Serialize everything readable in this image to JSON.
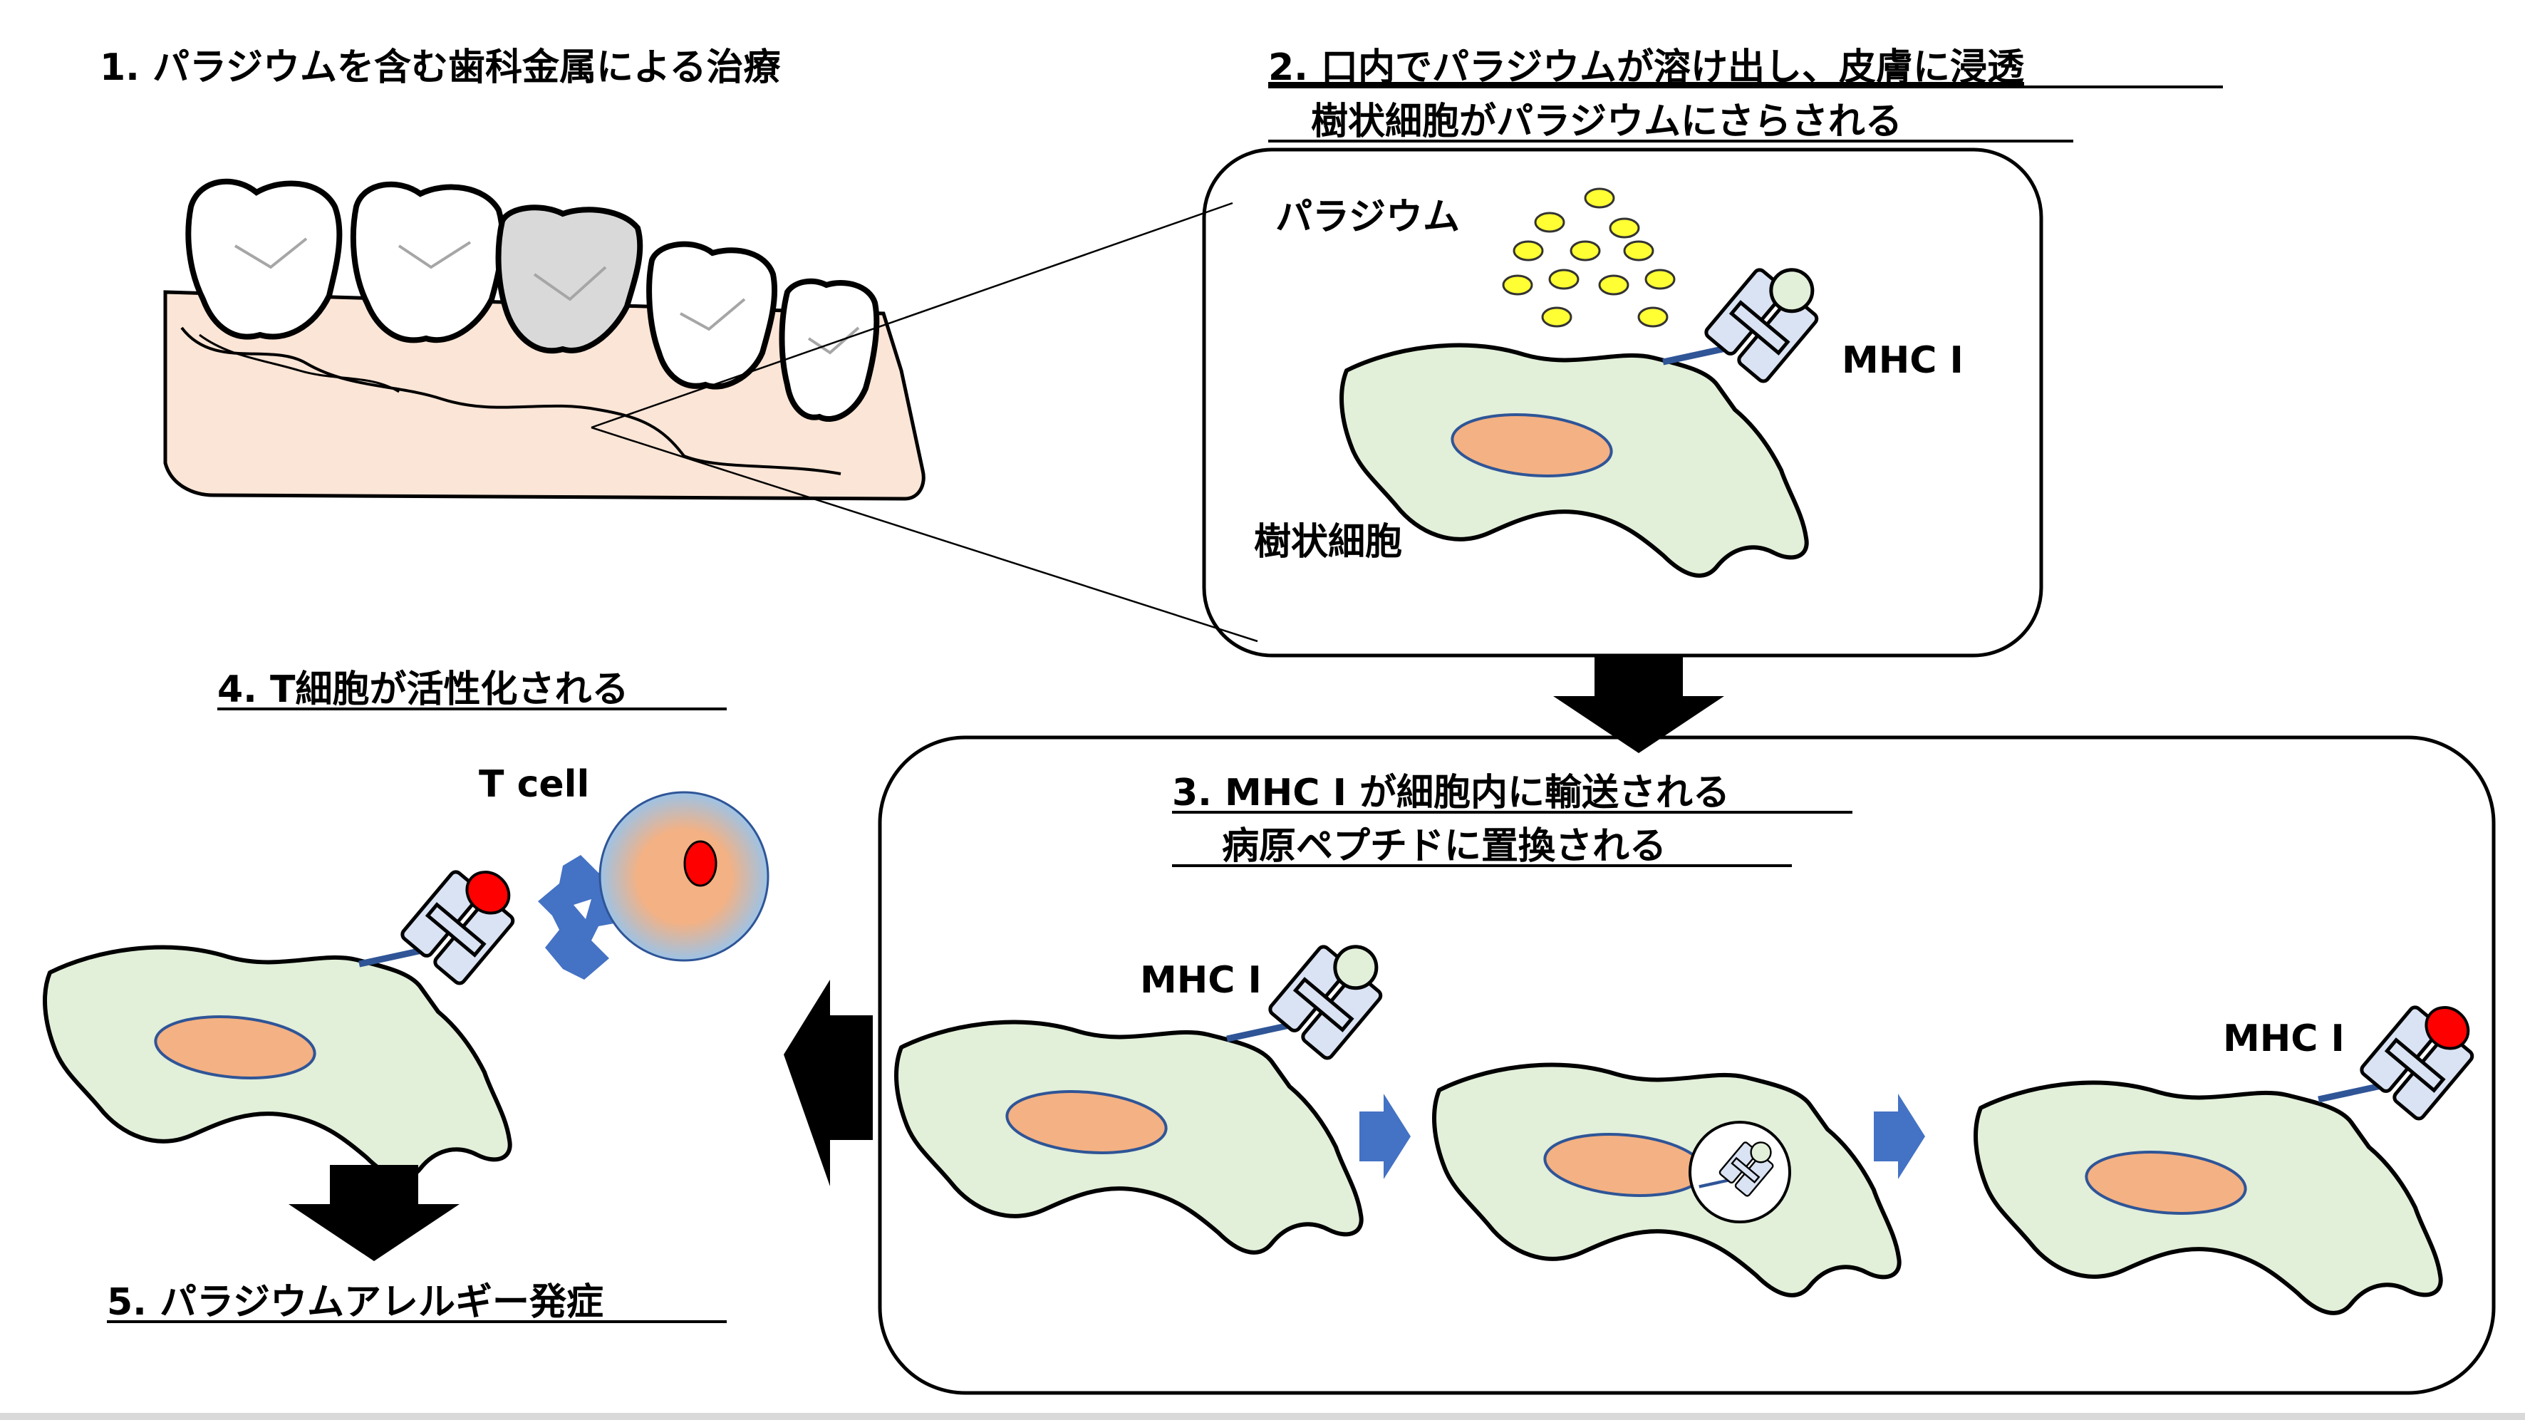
{
  "colors": {
    "cell_fill": "#e2efd9",
    "nucleus_fill": "#f4b183",
    "nucleus_stroke": "#2f5597",
    "gum_fill": "#fbe5d6",
    "metal_tooth_fill": "#d9d9d9",
    "palladium_fill": "#ffff33",
    "mhc_fill": "#dae3f3",
    "pathogen_peptide_fill": "#ff0000",
    "small_arrow_fill": "#4472c4",
    "tcr_fill": "#4472c4",
    "big_arrow_fill": "#000000"
  },
  "steps": {
    "step1": {
      "title": "1.  パラジウムを含む歯科金属による治療"
    },
    "step2": {
      "title_line1": "2. 口内でパラジウムが溶け出し、皮膚に浸透",
      "title_line2": "樹状細胞がパラジウムにさらされる",
      "palladium_label": "パラジウム",
      "mhc_label": "MHC I",
      "cell_label": "樹状細胞"
    },
    "step3": {
      "title_line1": "3. MHC I が細胞内に輸送される",
      "title_line2": "病原ペプチドに置換される",
      "mhc_label_left": "MHC I",
      "mhc_label_right": "MHC I"
    },
    "step4": {
      "title": "4. T細胞が活性化される",
      "tcell_label": "T cell"
    },
    "step5": {
      "title": "5. パラジウムアレルギー発症"
    }
  },
  "icons": [
    "teeth-illustration",
    "dendritic-cell-icon",
    "mhc-molecule-icon",
    "t-cell-icon",
    "t-cell-receptor-icon",
    "down-arrow-icon",
    "left-arrow-icon",
    "right-arrow-icon"
  ]
}
